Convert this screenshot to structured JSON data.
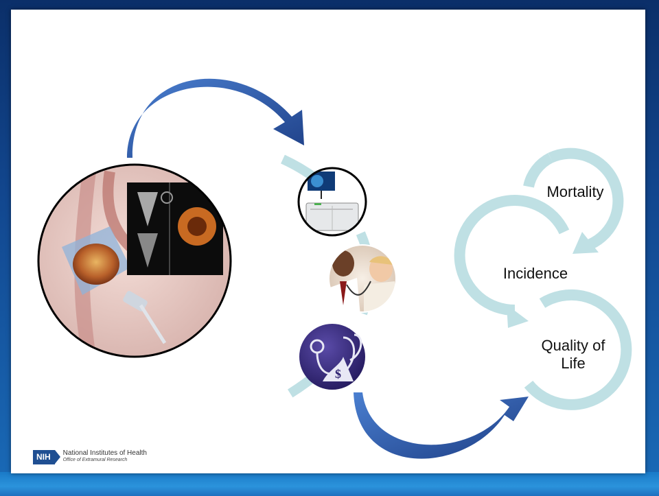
{
  "colors": {
    "arrow_blue": "#2d59a8",
    "cycle_teal": "#bfe0e4",
    "frame_blue": "#12478f"
  },
  "cycle": {
    "labels": {
      "mortality": "Mortality",
      "incidence": "Incidence",
      "quality_of_life": "Quality of\nLife"
    }
  },
  "icons": [
    "heart-echo-illustration",
    "ultrasound-machine-icon",
    "doctor-child-photo",
    "stethoscope-dollar-icon"
  ],
  "logo": {
    "mark": "NIH",
    "org": "National Institutes of Health",
    "office": "Office of Extramural Research"
  }
}
